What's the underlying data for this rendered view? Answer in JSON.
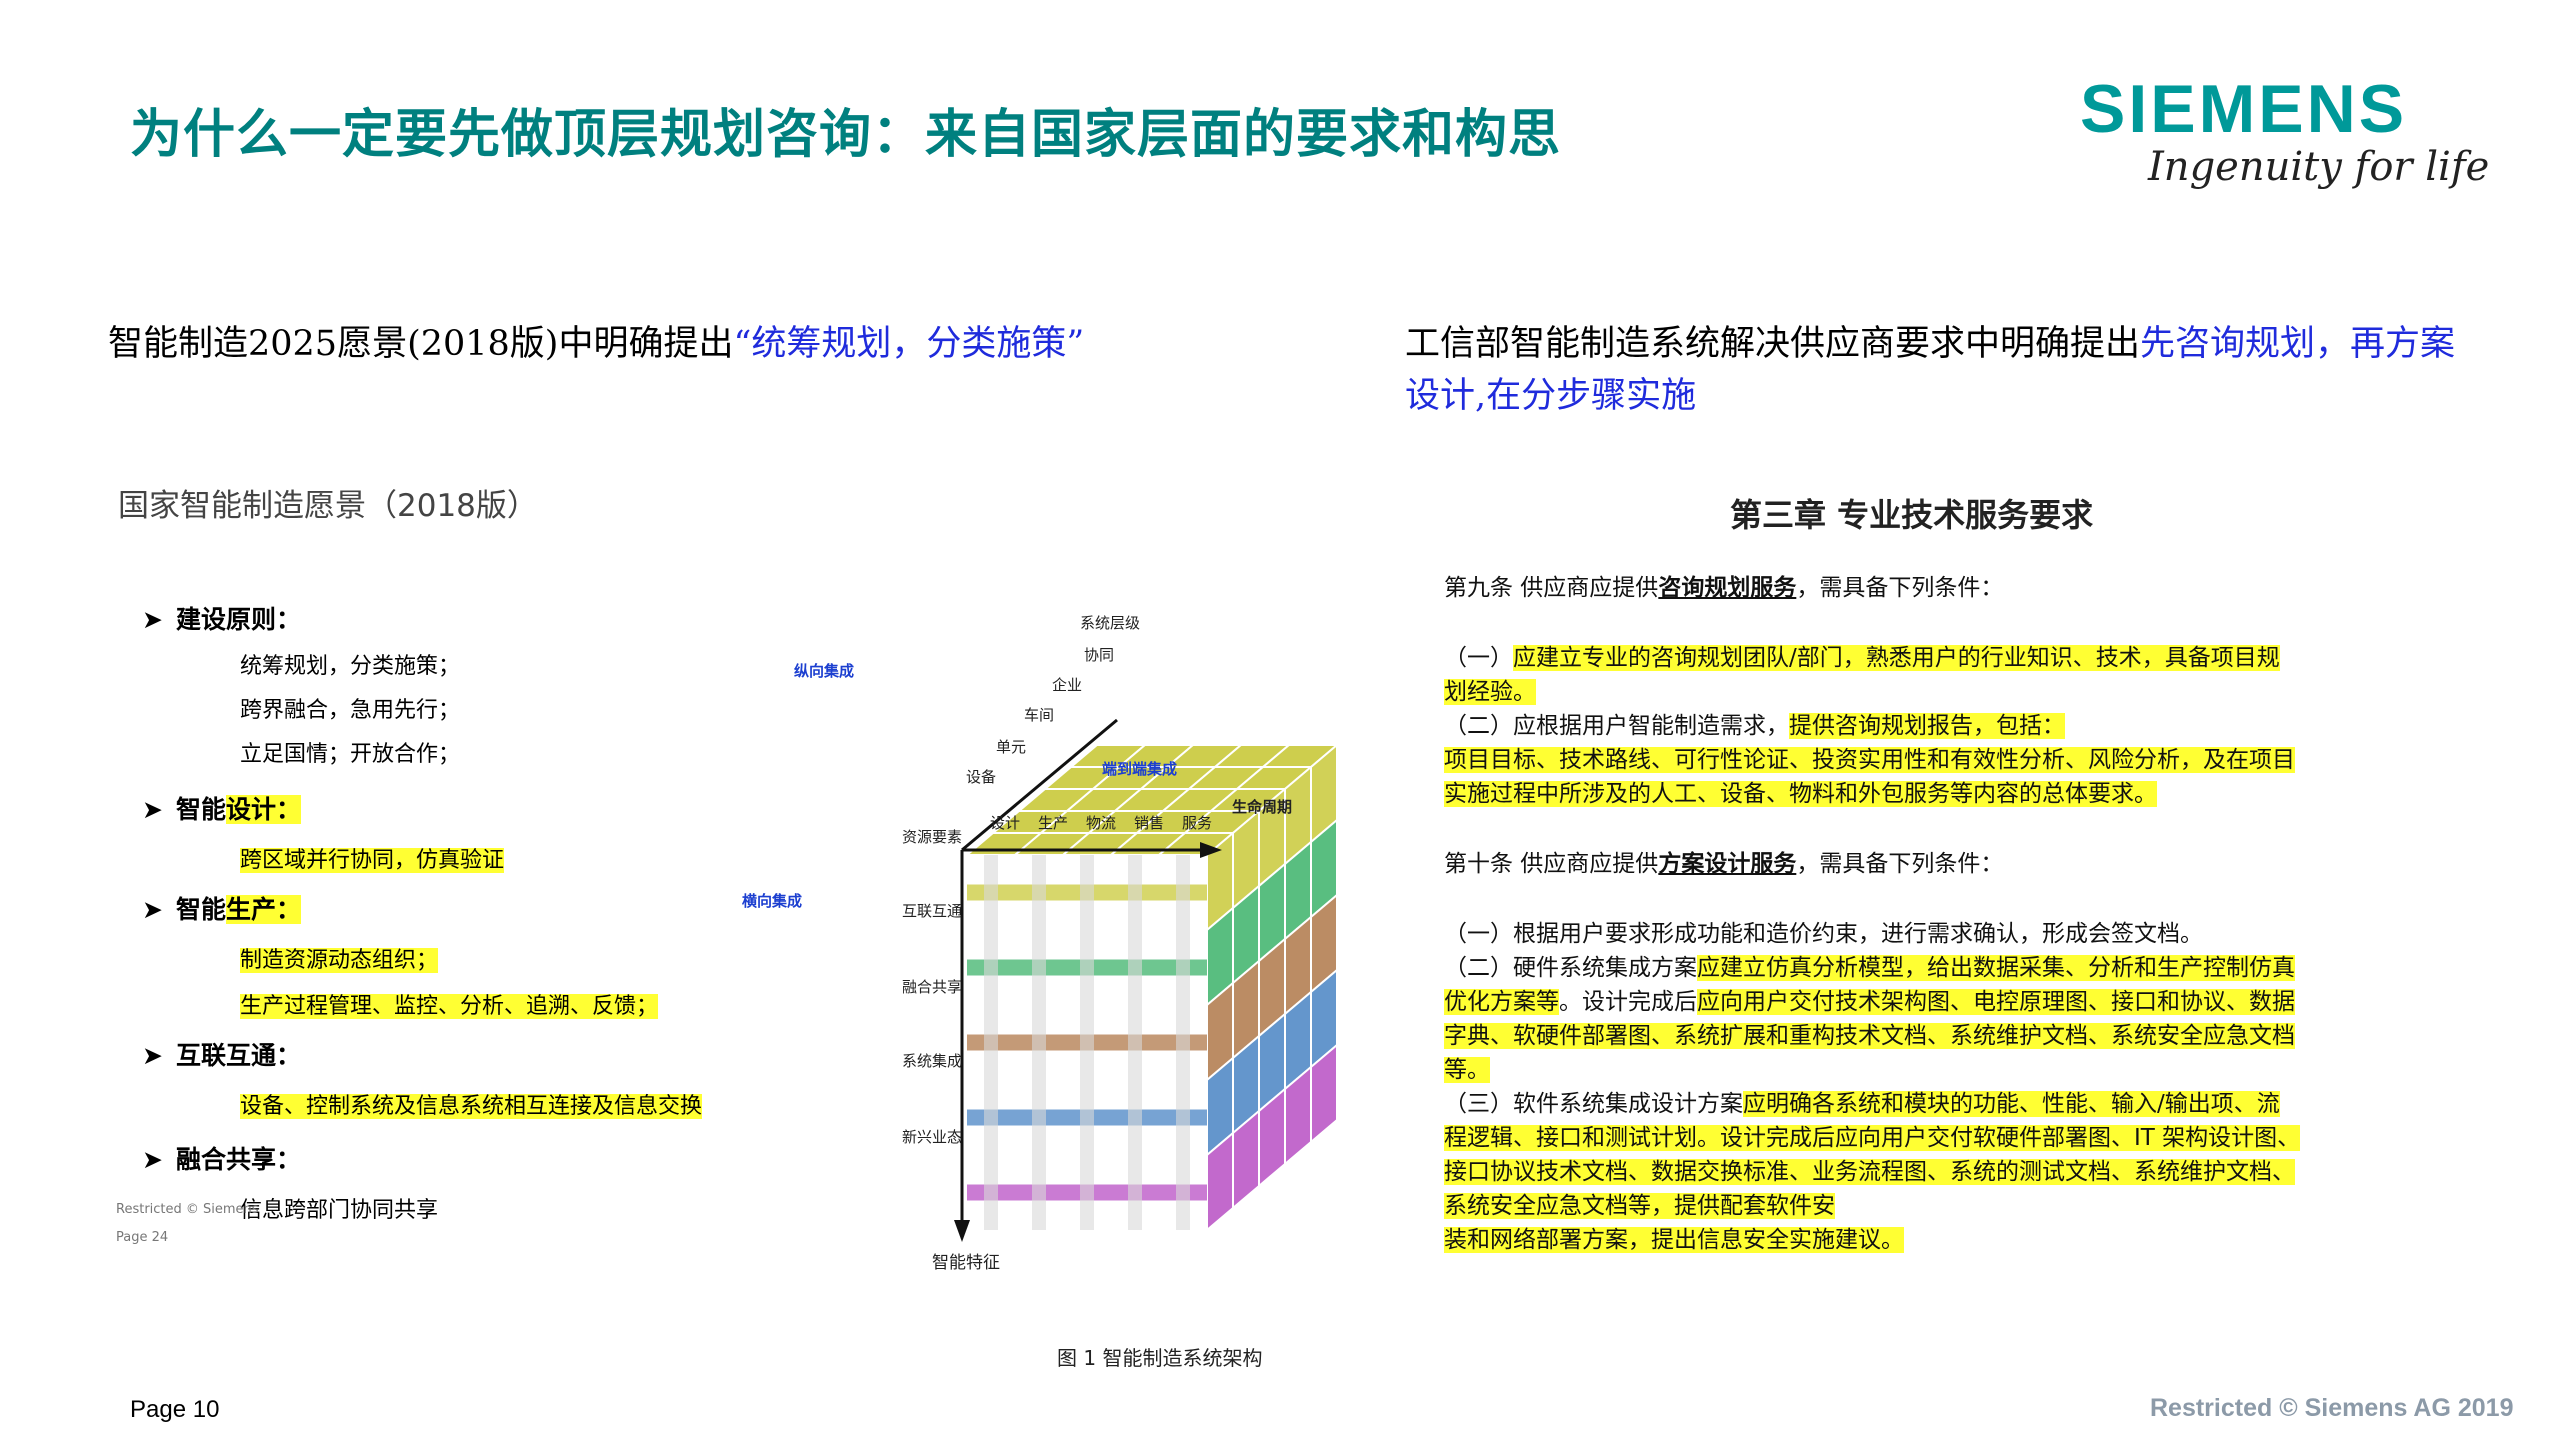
{
  "header": {
    "title": "为什么一定要先做顶层规划咨询：来自国家层面的要求和构思",
    "brand": "SIEMENS",
    "tagline": "Ingenuity for life"
  },
  "intro_left": {
    "plain": "智能制造2025愿景(2018版)中明确提出",
    "highlight": "“统筹规划，分类施策”"
  },
  "intro_right": {
    "plain": "工信部智能制造系统解决供应商要求中明确提出",
    "highlight_1": "先咨询规划，再方案",
    "highlight_2": "设计,在分步骤实施"
  },
  "doc_left": {
    "title": "国家智能制造愿景（2018版）",
    "sections": [
      {
        "label_a": "建设原则：",
        "label_b": ""
      },
      {
        "label_a": "智能",
        "label_b": "设计："
      },
      {
        "label_a": "智能",
        "label_b": "生产："
      },
      {
        "label_a": "互联互通：",
        "label_b": ""
      },
      {
        "label_a": "融合共享：",
        "label_b": ""
      }
    ],
    "lines": [
      "统筹规划，分类施策；",
      "跨界融合，急用先行；",
      "立足国情；开放合作；",
      "跨区域并行协同，仿真验证",
      "制造资源动态组织；",
      "生产过程管理、监控、分析、追溯、反馈；",
      "设备、控制系统及信息系统相互连接及信息交换",
      "信息跨部门协同共享"
    ],
    "restricted": "Restricted © Siemens",
    "page": "Page 24"
  },
  "cube": {
    "top_axis": "系统层级",
    "levels": [
      "协同",
      "企业",
      "车间",
      "单元",
      "设备"
    ],
    "vertical_integration": "纵向集成",
    "horizontal_integration": "横向集成",
    "end_to_end": "端到端集成",
    "lifecycle": "生命周期",
    "lifecycle_items": [
      "设计",
      "生产",
      "物流",
      "销售",
      "服务"
    ],
    "features": [
      "资源要素",
      "互联互通",
      "融合共享",
      "系统集成",
      "新兴业态"
    ],
    "bottom_axis": "智能特征",
    "caption": "图 1  智能制造系统架构",
    "colors": [
      "#c9c93a",
      "#3db36b",
      "#b0784a",
      "#4a84c4",
      "#b84fc4"
    ]
  },
  "doc_right": {
    "chapter": "第三章  专业技术服务要求",
    "art9_pre": "第九条  供应商应提供",
    "art9_key": "咨询规划服务",
    "art9_post": "，需具备下列条件：",
    "art9_l1_pre": "（一）",
    "art9_l1_hl": "应建立专业的咨询规划团队/部门，熟悉用户的行业知识、技术，具备项目规",
    "art9_l2": "划经验。",
    "art9_l3_pre": "（二）应根据用户智能制造需求，",
    "art9_l3_hl": "提供咨询规划报告，包括：",
    "art9_l4": "项目目标、技术路线、可行性论证、投资实用性和有效性分析、风险分析，及在项目",
    "art9_l5": "实施过程中所涉及的人工、设备、物料和外包服务等内容的总体要求。",
    "art10_pre": "第十条  供应商应提供",
    "art10_key": "方案设计服务",
    "art10_post": "，需具备下列条件：",
    "art10_l1": "（一）根据用户要求形成功能和造价约束，进行需求确认，形成会签文档。",
    "art10_l2_pre": "（二）硬件系统集成方案",
    "art10_l2_hl": "应建立仿真分析模型，给出数据采集、分析和生产控制仿真",
    "art10_l3_hl": "优化方案等",
    "art10_l3_mid": "。设计完成后",
    "art10_l3_hl2": "应向用户交付技术架构图、电控原理图、接口和协议、数据",
    "art10_l4": "字典、软硬件部署图、系统扩展和重构技术文档、系统维护文档、系统安全应急文档",
    "art10_l5": "等。",
    "art10_l6_pre": "（三）软件系统集成设计方案",
    "art10_l6_hl": "应明确各系统和模块的功能、性能、输入/输出项、流",
    "art10_l7": "程逻辑、接口和测试计划。设计完成后应向用户交付软硬件部署图、IT 架构设计图、",
    "art10_l8": "接口协议技术文档、数据交换标准、业务流程图、系统的测试文档、系统维护文档、",
    "art10_l9": "系统安全应急文档等，提供配套软件安",
    "art10_l10": "装和网络部署方案，提出信息安全实施建议。"
  },
  "footer": {
    "page": "Page 10",
    "restricted": "Restricted © Siemens AG 2019"
  }
}
